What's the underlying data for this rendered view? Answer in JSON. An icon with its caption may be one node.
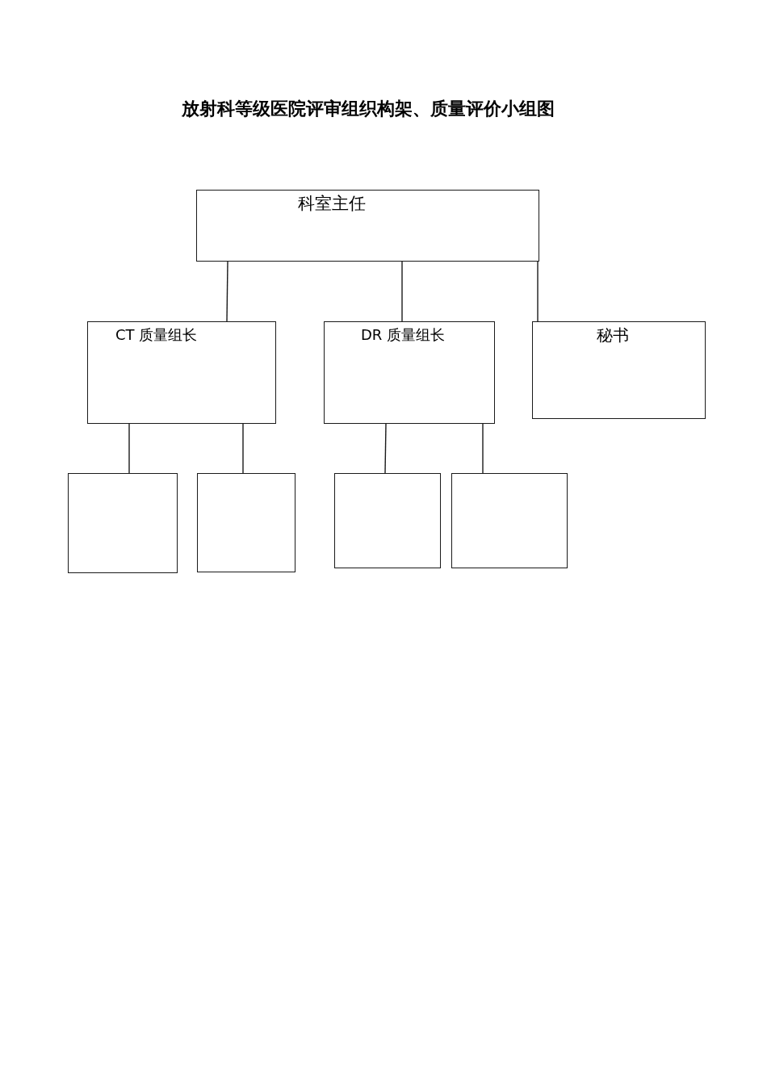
{
  "diagram": {
    "title": "放射科等级医院评审组织构架、质量评价小组图",
    "nodes": [
      {
        "text": [
          "科室主任"
        ]
      },
      {
        "text": [
          "CT 质量组长"
        ]
      },
      {
        "text": [
          "DR 质量组长"
        ]
      },
      {
        "text": [
          "秘书"
        ]
      },
      {
        "text": [],
        "shape": "box"
      },
      {
        "text": [],
        "shape": "box"
      },
      {
        "text": [],
        "shape": "box"
      },
      {
        "text": [],
        "shape": "box"
      }
    ],
    "edges": [
      {
        "from": 0,
        "to": 1,
        "arrow": "none"
      },
      {
        "from": 0,
        "to": 2,
        "arrow": "none"
      },
      {
        "from": 0,
        "to": 3,
        "arrow": "none"
      },
      {
        "from": 1,
        "to": 4,
        "arrow": "none"
      },
      {
        "from": 1,
        "to": 5,
        "arrow": "none"
      },
      {
        "from": 2,
        "to": 6,
        "arrow": "none"
      },
      {
        "from": 2,
        "to": 7,
        "arrow": "none"
      }
    ]
  }
}
